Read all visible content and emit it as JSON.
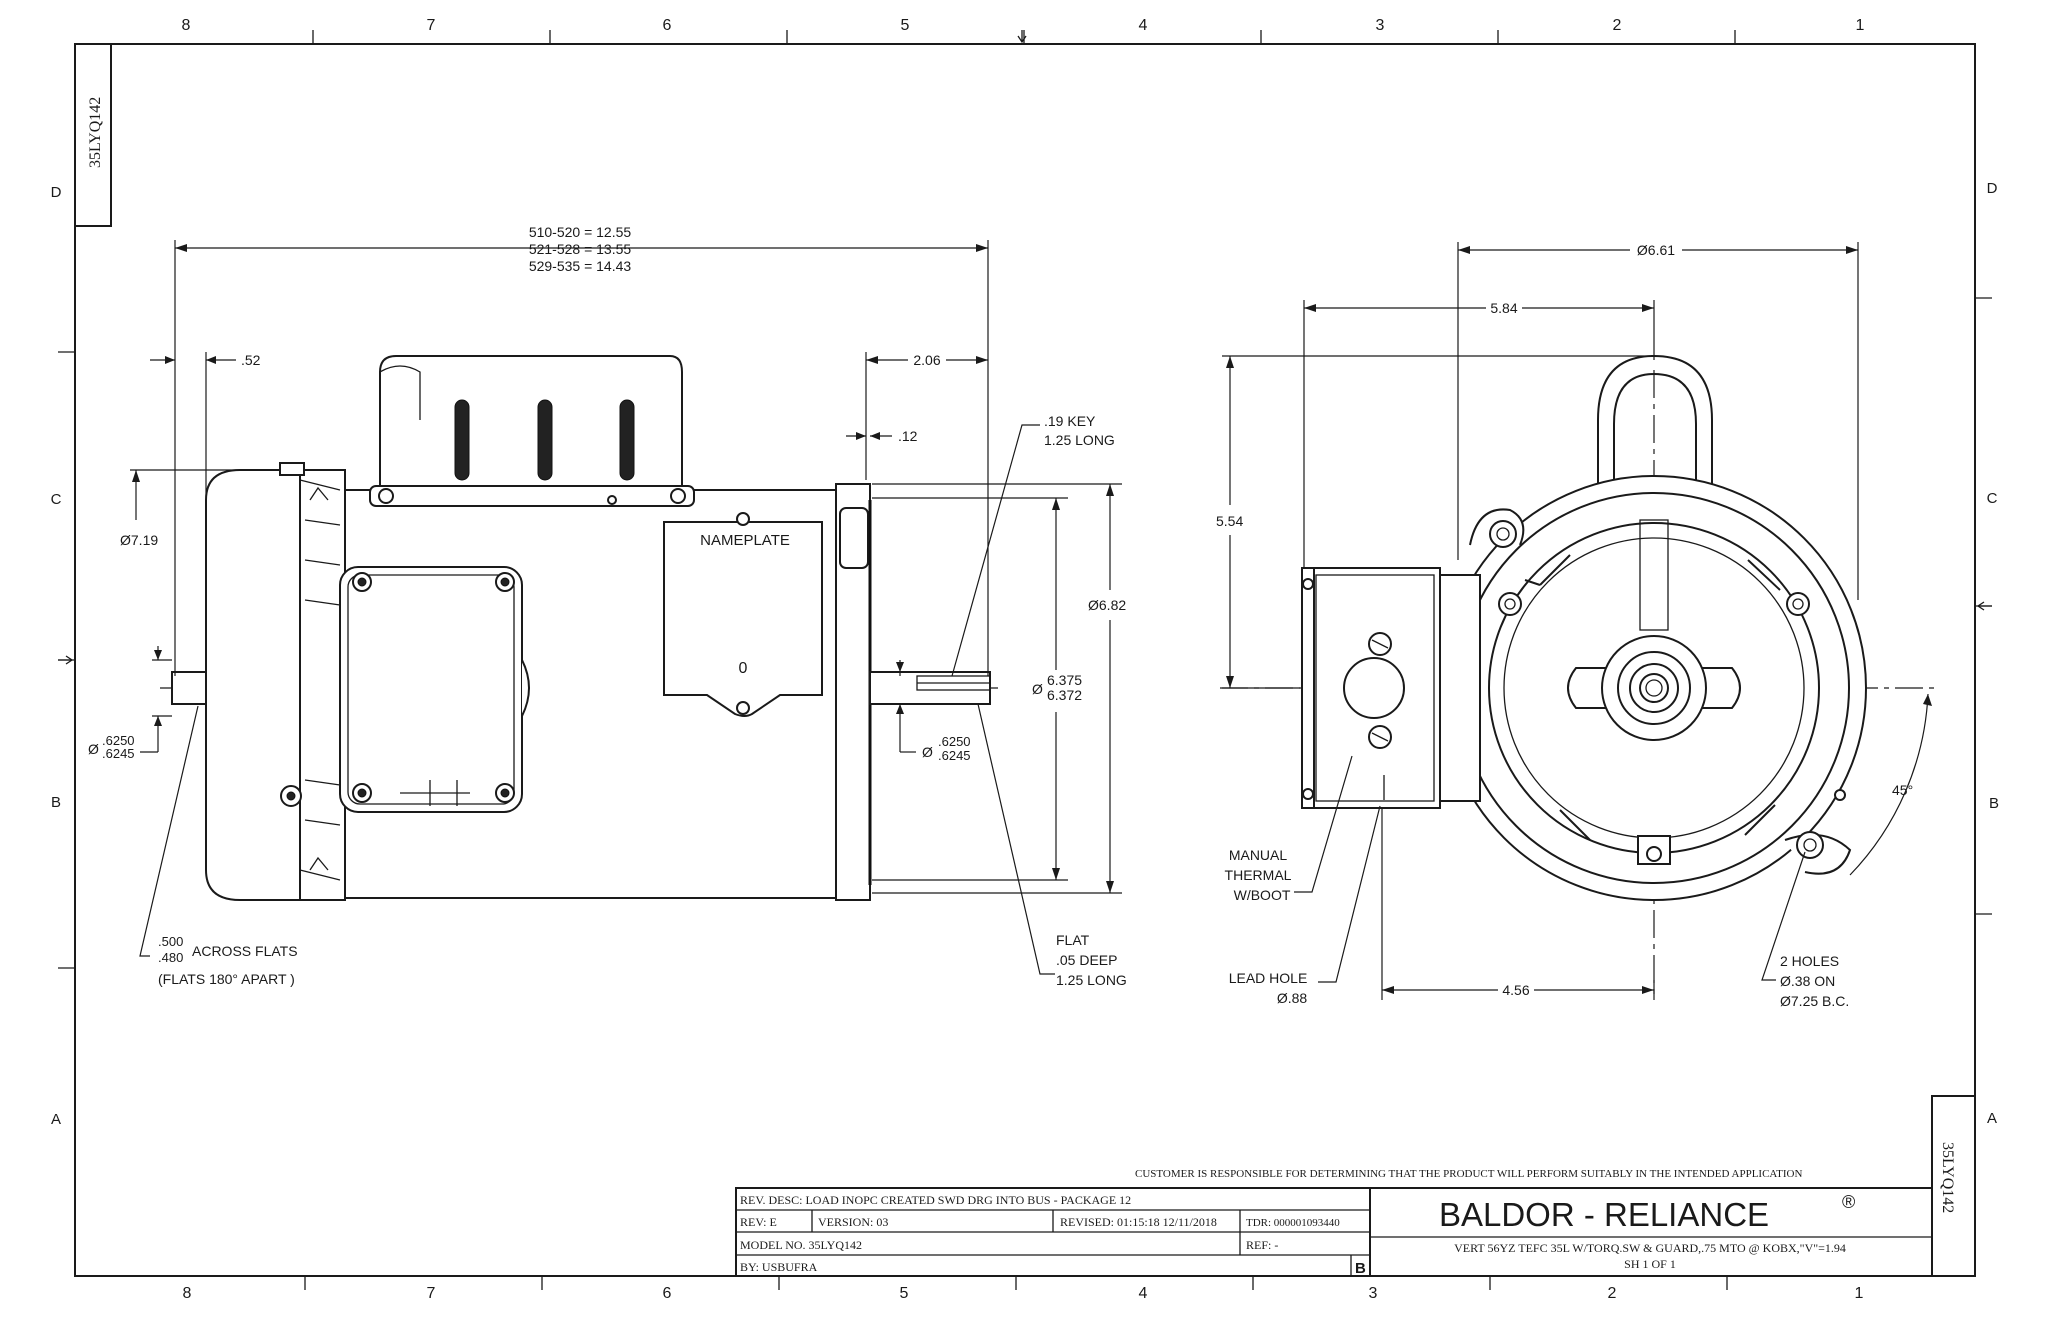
{
  "part_number": "35LYQ142",
  "zones": {
    "columns_top": [
      "8",
      "7",
      "6",
      "5",
      "4",
      "3",
      "2",
      "1"
    ],
    "columns_bottom": [
      "8",
      "7",
      "6",
      "5",
      "4",
      "3",
      "2",
      "1"
    ],
    "rows": [
      "D",
      "C",
      "B",
      "A"
    ]
  },
  "side_view": {
    "length_dims": [
      "510-520 = 12.55",
      "521-528 = 13.55",
      "529-535 = 14.43"
    ],
    "d_052": ".52",
    "d_206": "2.06",
    "d_012": ".12",
    "key_line1": ".19 KEY",
    "key_line2": "1.25 LONG",
    "dia_719": "Ø7.19",
    "nameplate": "NAMEPLATE",
    "nameplate_mark": "0",
    "dia_682": "Ø6.82",
    "pilot_a": "6.375",
    "pilot_b": "6.372",
    "pilot_symbol": "Ø",
    "shaft_left_a": ".6250",
    "shaft_left_b": ".6245",
    "shaft_right_a": ".6250",
    "shaft_right_b": ".6245",
    "shaft_symbol": "Ø",
    "flats_a": ".500",
    "flats_b": ".480",
    "flats_label": "ACROSS FLATS",
    "flats_note": "(FLATS 180° APART )",
    "flat_line1": "FLAT",
    "flat_line2": ".05 DEEP",
    "flat_line3": "1.25 LONG"
  },
  "end_view": {
    "dia_661": "Ø6.61",
    "d_584": "5.84",
    "d_554": "5.54",
    "angle": "45°",
    "thermal_line1": "MANUAL",
    "thermal_line2": "THERMAL",
    "thermal_line3": "W/BOOT",
    "lead_line1": "LEAD HOLE",
    "lead_line2": "Ø.88",
    "d_456": "4.56",
    "holes_line1": "2 HOLES",
    "holes_line2": "Ø.38 ON",
    "holes_line3": "Ø7.25 B.C."
  },
  "title_block": {
    "disclaimer": "CUSTOMER IS RESPONSIBLE FOR DETERMINING THAT THE PRODUCT WILL PERFORM SUITABLY IN THE INTENDED APPLICATION",
    "rev_desc": "REV. DESC: LOAD INOPC CREATED SWD DRG INTO BUS - PACKAGE 12",
    "rev": "REV:  E",
    "version": "VERSION:  03",
    "revised": "REVISED:  01:15:18 12/11/2018",
    "tdr": "TDR: 000001093440",
    "model": "MODEL NO.  35LYQ142",
    "ref": "REF:  -",
    "by": "BY: USBUFRA",
    "size": "B",
    "company": "BALDOR - RELIANCE",
    "registered": "®",
    "description": "VERT 56YZ TEFC 35L W/TORQ.SW & GUARD,.75 MTO @ KOBX,\"V\"=1.94",
    "sheet": "SH 1 OF 1"
  }
}
